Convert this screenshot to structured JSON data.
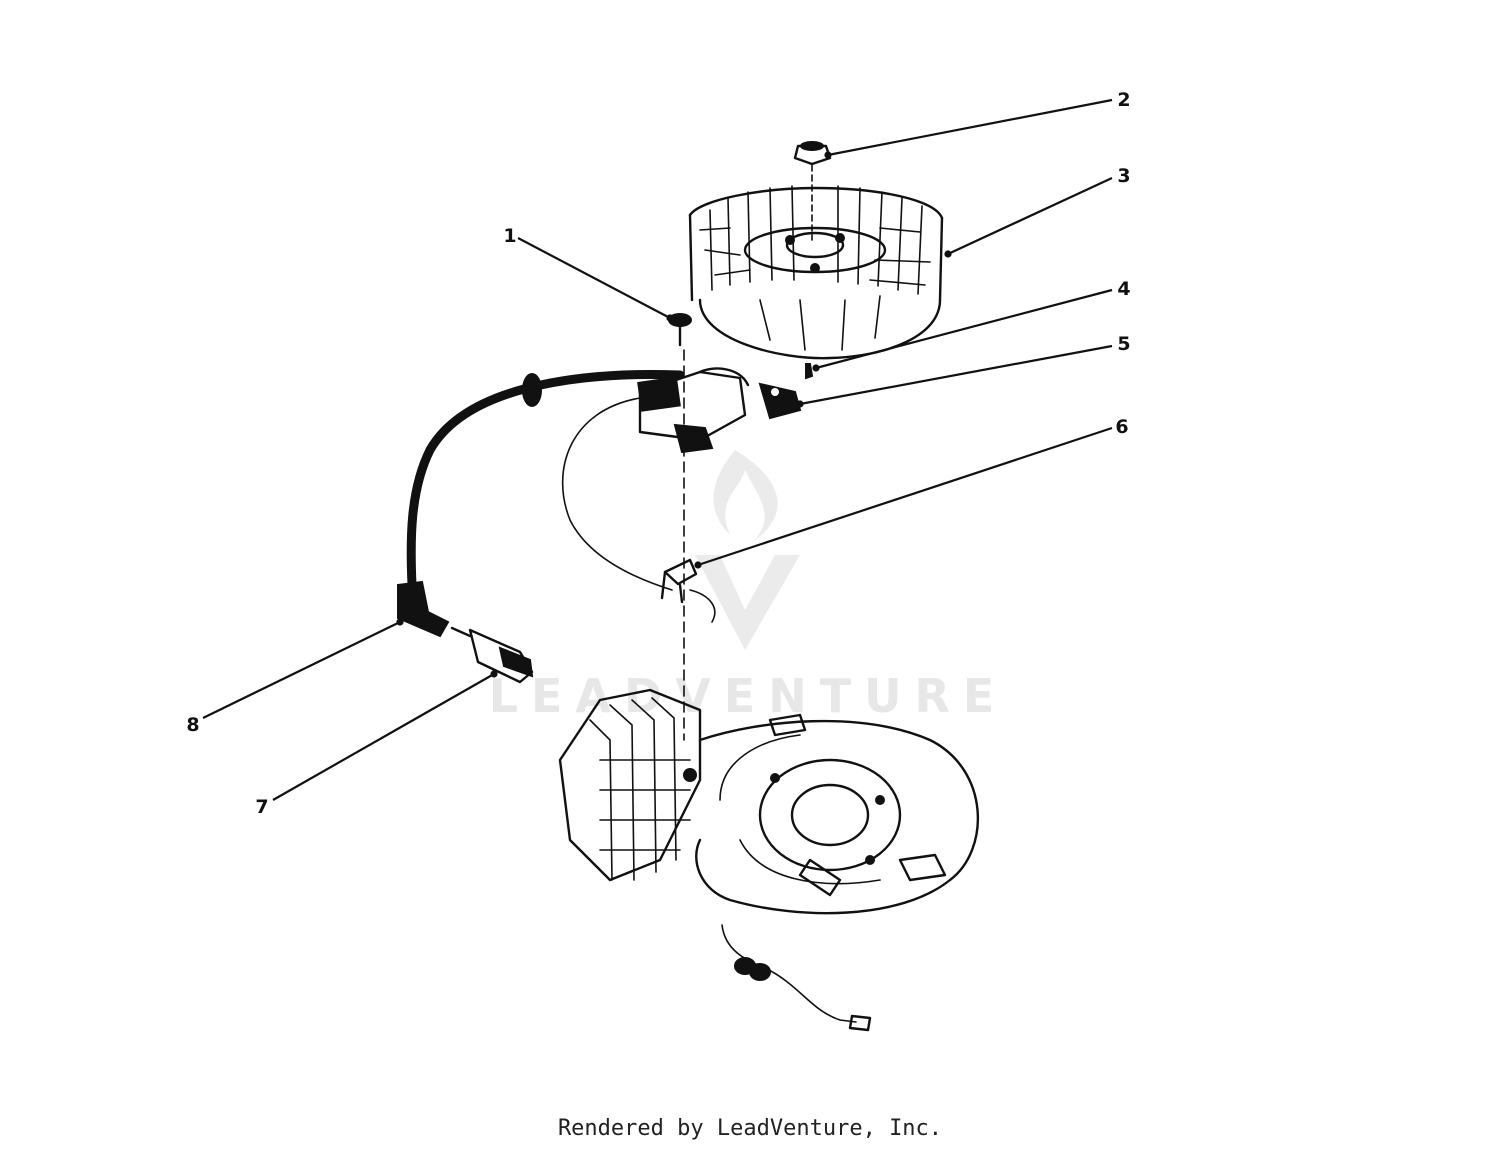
{
  "diagram": {
    "callouts": [
      {
        "id": 1,
        "label": "1"
      },
      {
        "id": 2,
        "label": "2"
      },
      {
        "id": 3,
        "label": "3"
      },
      {
        "id": 4,
        "label": "4"
      },
      {
        "id": 5,
        "label": "5"
      },
      {
        "id": 6,
        "label": "6"
      },
      {
        "id": 7,
        "label": "7"
      },
      {
        "id": 8,
        "label": "8"
      }
    ],
    "watermark": "LEADVENTURE"
  },
  "footer": {
    "text": "Rendered by LeadVenture, Inc."
  },
  "colors": {
    "ink": "#111111",
    "watermark": "#e7e7e7",
    "background": "#ffffff"
  }
}
